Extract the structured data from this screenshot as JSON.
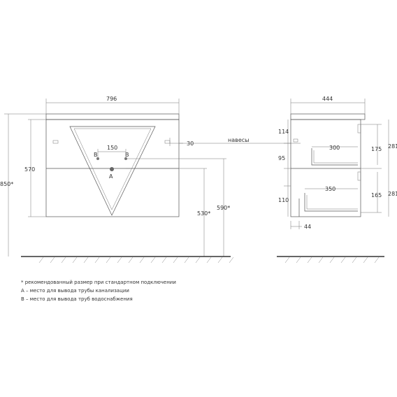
{
  "front_view": {
    "width_label": "796",
    "height_total_label": "850*",
    "height_body_label": "570",
    "height_bottom_label": "530*",
    "height_590_label": "590*",
    "side_gap_label": "30",
    "pipe_spacing_label": "150",
    "point_b_left": "B",
    "point_b_right": "B",
    "point_a": "A"
  },
  "hangers_label": "навесы",
  "side_view": {
    "depth_label": "444",
    "top_offset_label": "114",
    "gap_label": "95",
    "bottom_offset_label": "110",
    "drawer_top_depth_label": "300",
    "drawer_bottom_depth_label": "350",
    "upper_height_label": "175",
    "lower_height_label": "165",
    "upper_right_label": "281",
    "lower_right_label": "281",
    "foot_label": "44"
  },
  "notes": [
    "* рекомендованный размер при стандартном подключении",
    "А – место для вывода трубы канализации",
    "В – место для вывода труб водоснабжения"
  ]
}
